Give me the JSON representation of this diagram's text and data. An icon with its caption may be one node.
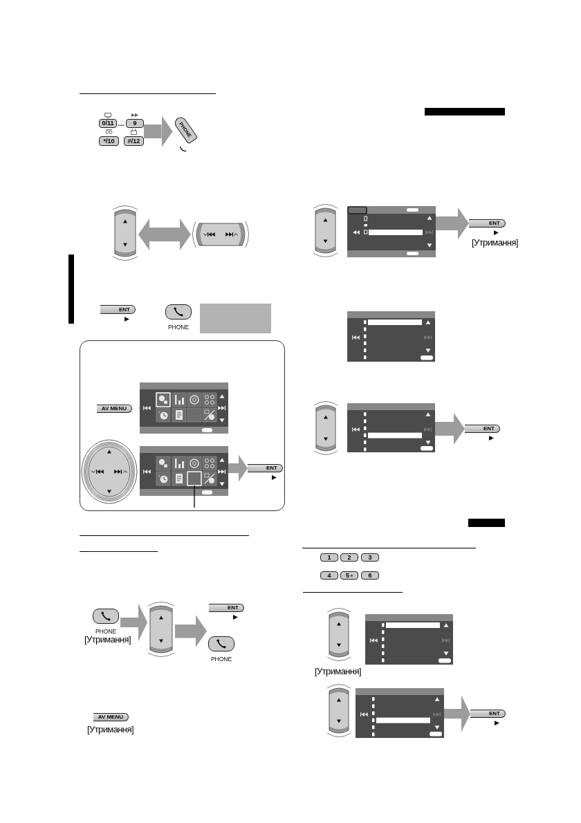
{
  "diagram": {
    "nodes": [
      {
        "text": [
          "0/11"
        ]
      },
      {
        "text": [
          "9"
        ]
      },
      {
        "text": [
          "*/10"
        ]
      },
      {
        "text": [
          "#/12"
        ]
      },
      {
        "text": [
          "PHONE"
        ]
      },
      {
        "text": [],
        "shape": "picture"
      },
      {
        "text": [],
        "shape": "picture"
      },
      {
        "text": [
          "ENT"
        ]
      },
      {
        "text": [
          "PHONE"
        ]
      },
      {
        "text": [],
        "shape": "box"
      },
      {
        "text": [
          "AV MENU"
        ],
        "in": 9
      },
      {
        "text": [],
        "shape": "picture",
        "in": 9
      },
      {
        "text": [],
        "shape": "picture",
        "in": 9
      },
      {
        "text": [],
        "shape": "picture",
        "in": 9
      },
      {
        "text": [],
        "shape": "box",
        "in": 13
      },
      {
        "text": [
          "ENT"
        ],
        "in": 9
      },
      {
        "text": [
          "PHONE"
        ],
        "beside": [
          "[Утримання]"
        ]
      },
      {
        "text": [],
        "shape": "picture"
      },
      {
        "text": [
          "ENT"
        ]
      },
      {
        "text": [
          "PHONE"
        ]
      },
      {
        "text": [
          "AV MENU"
        ],
        "beside": [
          "[Утримання]"
        ]
      },
      {
        "text": [],
        "shape": "picture"
      },
      {
        "text": [],
        "shape": "picture"
      },
      {
        "text": [
          "ENT"
        ],
        "beside": [
          "[Утримання]"
        ]
      },
      {
        "text": [],
        "shape": "picture"
      },
      {
        "text": [],
        "shape": "picture"
      },
      {
        "text": [],
        "shape": "picture"
      },
      {
        "text": [
          "ENT"
        ]
      },
      {
        "text": [
          "1"
        ]
      },
      {
        "text": [
          "2"
        ]
      },
      {
        "text": [
          "3"
        ]
      },
      {
        "text": [
          "4"
        ]
      },
      {
        "text": [
          "5"
        ]
      },
      {
        "text": [
          "6"
        ]
      },
      {
        "text": [],
        "shape": "picture",
        "beside": [
          "[Утримання]"
        ]
      },
      {
        "text": [],
        "shape": "picture"
      },
      {
        "text": [],
        "shape": "picture"
      },
      {
        "text": [],
        "shape": "picture"
      },
      {
        "text": [
          "ENT"
        ]
      }
    ],
    "edges": [
      {
        "from": 1,
        "to": 4,
        "arrow": "to"
      },
      {
        "from": 3,
        "to": 4,
        "arrow": "to"
      },
      {
        "from": 5,
        "to": 6,
        "arrow": "both"
      },
      {
        "from": null,
        "to": 14,
        "arrow": "none",
        "color": "#000000"
      },
      {
        "from": 13,
        "to": 15,
        "arrow": "to"
      },
      {
        "from": 16,
        "to": 17,
        "arrow": "to"
      },
      {
        "from": 17,
        "to": 18,
        "arrow": "to"
      },
      {
        "from": 17,
        "to": 19,
        "arrow": "to"
      },
      {
        "from": 22,
        "to": 23,
        "arrow": "to"
      },
      {
        "from": 26,
        "to": 27,
        "arrow": "to"
      },
      {
        "from": 37,
        "to": 38,
        "arrow": "to"
      }
    ],
    "labels": [
      "…"
    ]
  }
}
